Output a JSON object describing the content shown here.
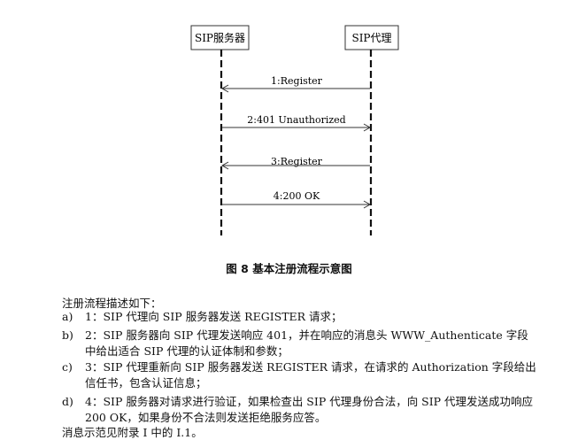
{
  "diagram": {
    "participants": [
      {
        "label": "SIP服务器"
      },
      {
        "label": "SIP代理"
      }
    ],
    "messages": [
      {
        "label": "1:Register",
        "direction": "left"
      },
      {
        "label": "2:401 Unauthorized",
        "direction": "right"
      },
      {
        "label": "3:Register",
        "direction": "left"
      },
      {
        "label": "4:200 OK",
        "direction": "right"
      }
    ]
  },
  "figure": {
    "caption": "图 8    基本注册流程示意图"
  },
  "text": {
    "intro": "注册流程描述如下：",
    "items": [
      {
        "label": "a)",
        "text": "1：SIP 代理向 SIP 服务器发送 REGISTER 请求；"
      },
      {
        "label": "b)",
        "text": "2：SIP 服务器向 SIP 代理发送响应 401，并在响应的消息头 WWW_Authenticate 字段中给出适合 SIP 代理的认证体制和参数；"
      },
      {
        "label": "c)",
        "text": "3：SIP 代理重新向 SIP 服务器发送 REGISTER 请求，在请求的 Authorization 字段给出信任书，包含认证信息；"
      },
      {
        "label": "d)",
        "text": "4：SIP 服务器对请求进行验证，如果检查出 SIP 代理身份合法，向 SIP 代理发送成功响应 200 OK，如果身份不合法则发送拒绝服务应答。"
      }
    ],
    "cut_line": "消息示范见附录 I 中的 I.1。"
  }
}
